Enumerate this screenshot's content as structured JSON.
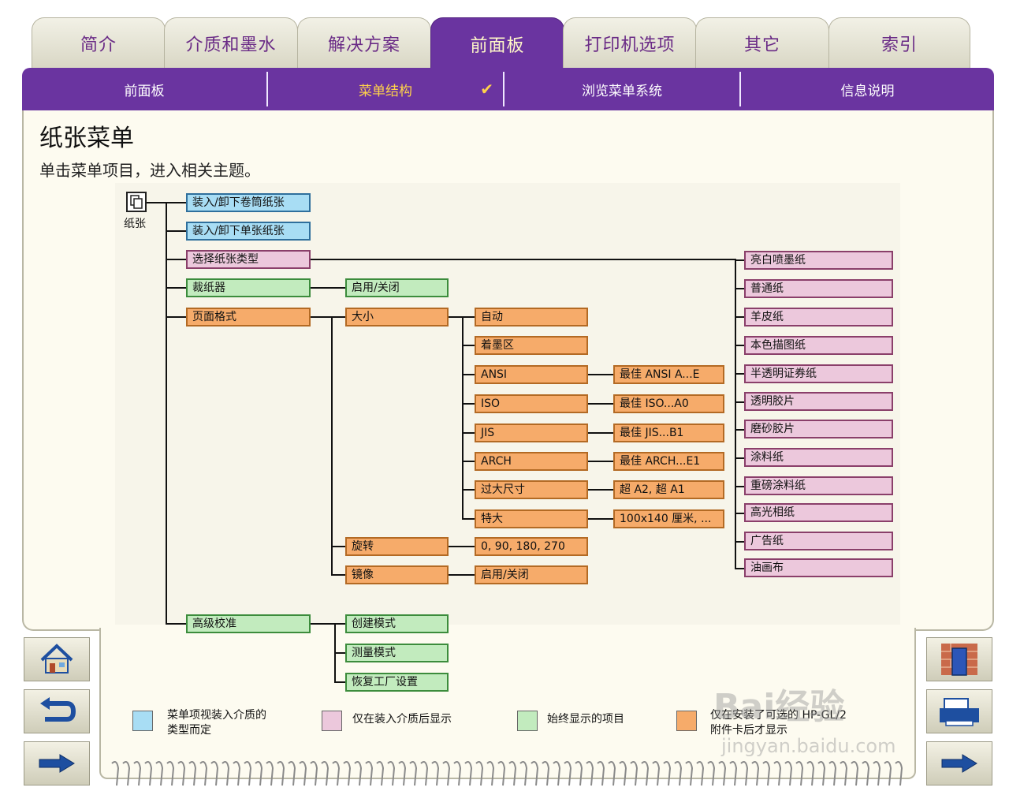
{
  "tabs": [
    {
      "label": "简介"
    },
    {
      "label": "介质和墨水"
    },
    {
      "label": "解决方案"
    },
    {
      "label": "前面板",
      "active": true
    },
    {
      "label": "打印机选项"
    },
    {
      "label": "其它"
    },
    {
      "label": "索引"
    }
  ],
  "subtabs": [
    {
      "label": "前面板"
    },
    {
      "label": "菜单结构",
      "selected": true,
      "check": "✔"
    },
    {
      "label": "浏览菜单系统"
    },
    {
      "label": "信息说明"
    }
  ],
  "page": {
    "title": "纸张菜单",
    "subtitle": "单击菜单项目，进入相关主题。"
  },
  "root": {
    "label": "纸张",
    "icon": "paper-menu-icon"
  },
  "level1": [
    {
      "label": "装入/卸下卷筒纸张",
      "kind": "blue"
    },
    {
      "label": "装入/卸下单张纸张",
      "kind": "blue"
    },
    {
      "label": "选择纸张类型",
      "kind": "pink"
    },
    {
      "label": "裁纸器",
      "kind": "green"
    },
    {
      "label": "页面格式",
      "kind": "orange"
    },
    {
      "label": "高级校准",
      "kind": "green"
    }
  ],
  "cutter": {
    "label": "启用/关闭"
  },
  "format": [
    {
      "label": "大小"
    },
    {
      "label": "旋转"
    },
    {
      "label": "镜像"
    }
  ],
  "sizes": [
    {
      "label": "自动"
    },
    {
      "label": "着墨区"
    },
    {
      "label": "ANSI",
      "sub": "最佳 ANSI A...E"
    },
    {
      "label": "ISO",
      "sub": "最佳 ISO...A0"
    },
    {
      "label": "JIS",
      "sub": "最佳 JIS...B1"
    },
    {
      "label": "ARCH",
      "sub": "最佳 ARCH...E1"
    },
    {
      "label": "过大尺寸",
      "sub": "超 A2, 超 A1"
    },
    {
      "label": "特大",
      "sub": "100x140 厘米, ..."
    }
  ],
  "rotate": {
    "label": "0, 90, 180, 270"
  },
  "mirror": {
    "label": "启用/关闭"
  },
  "calibration": [
    {
      "label": "创建模式"
    },
    {
      "label": "测量模式"
    },
    {
      "label": "恢复工厂设置"
    }
  ],
  "paper_types": [
    "亮白喷墨纸",
    "普通纸",
    "羊皮纸",
    "本色描图纸",
    "半透明证券纸",
    "透明胶片",
    "磨砂胶片",
    "涂料纸",
    "重磅涂料纸",
    "高光相纸",
    "广告纸",
    "油画布"
  ],
  "legend": [
    {
      "color": "#a8ddf4",
      "text1": "菜单项视装入介质的",
      "text2": "类型而定"
    },
    {
      "color": "#ecc8dc",
      "text1": "仅在装入介质后显示",
      "text2": ""
    },
    {
      "color": "#c2ebbe",
      "text1": "始终显示的项目",
      "text2": ""
    },
    {
      "color": "#f6ab6a",
      "text1": "仅在安装了可选的 HP-GL/2",
      "text2": "附件卡后才显示"
    }
  ],
  "watermark": {
    "text": "Bai经验",
    "url": "jingyan.baidu.com"
  },
  "nav": {
    "left": [
      "home-icon",
      "back-icon",
      "next-page-icon"
    ],
    "right": [
      "door-icon",
      "printer-icon",
      "hand-next-icon"
    ]
  }
}
